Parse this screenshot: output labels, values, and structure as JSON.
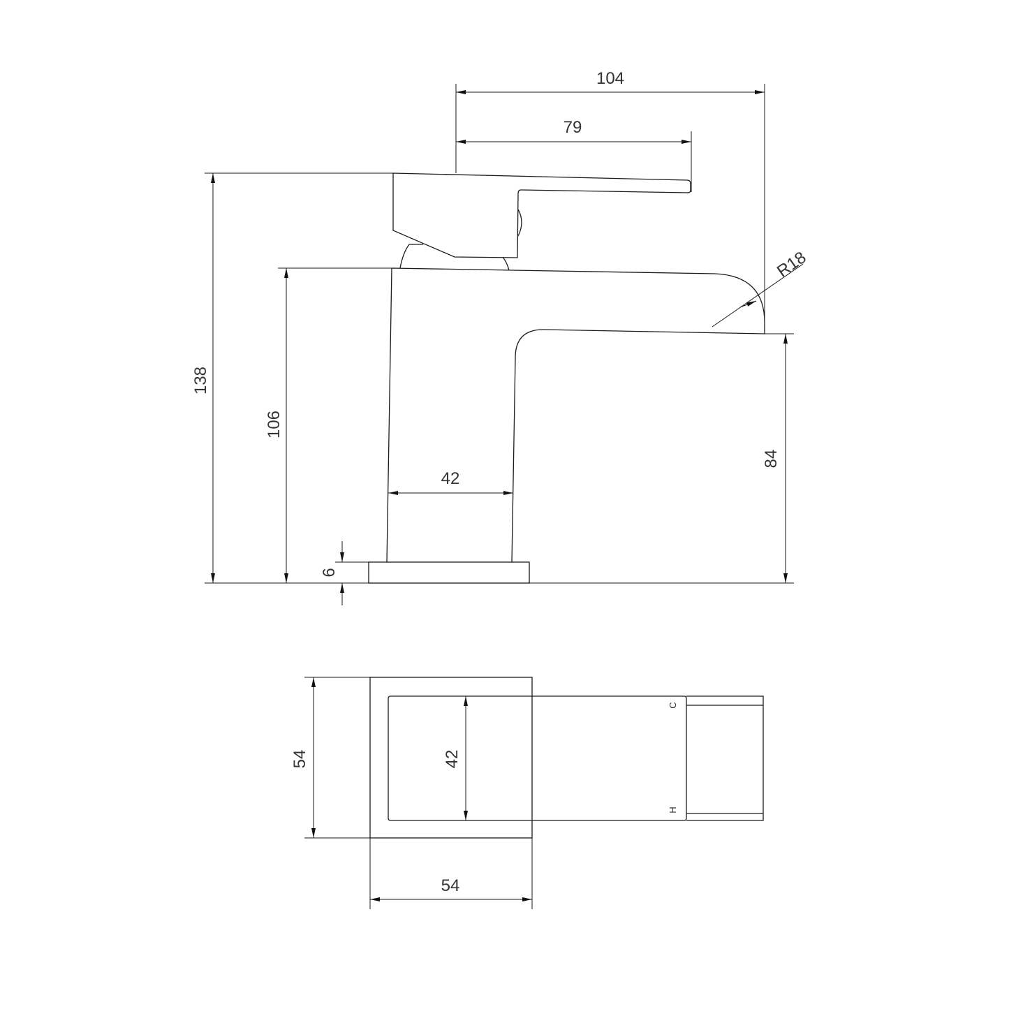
{
  "drawing": {
    "side_view": {
      "dims": {
        "overall_depth": "104",
        "lever_length": "79",
        "overall_height": "138",
        "body_height": "106",
        "spout_height": "84",
        "body_width": "42",
        "base_thickness": "6",
        "spout_radius": "R18"
      }
    },
    "plan_view": {
      "dims": {
        "base_depth": "54",
        "body_depth": "42",
        "base_width": "54"
      },
      "labels": {
        "cold": "C",
        "hot": "H"
      }
    }
  }
}
